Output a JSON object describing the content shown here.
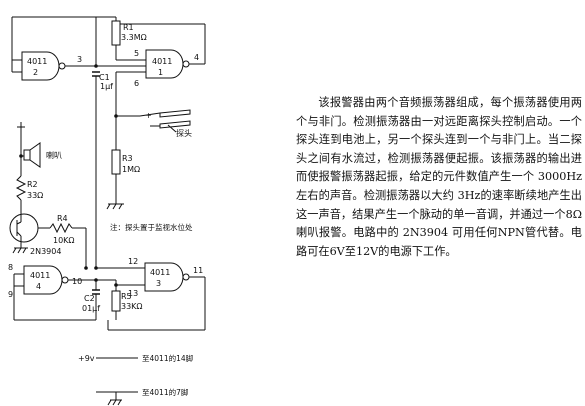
{
  "diagram": {
    "gates": [
      {
        "id": "g2",
        "ic": "4011",
        "num": "2"
      },
      {
        "id": "g1",
        "ic": "4011",
        "num": "1"
      },
      {
        "id": "g4",
        "ic": "4011",
        "num": "4"
      },
      {
        "id": "g3",
        "ic": "4011",
        "num": "3"
      }
    ],
    "pins": {
      "p3": "3",
      "p5": "5",
      "p4": "4",
      "p6": "6",
      "p8": "8",
      "p9": "9",
      "p10": "10",
      "p12": "12",
      "p13": "13",
      "p11": "11"
    },
    "components": {
      "r1": "R1",
      "r1_val": "3.3MΩ",
      "c1": "C1",
      "c1_val": "1μf",
      "r3": "R3",
      "r3_val": "1MΩ",
      "r2": "R2",
      "r2_val": "33Ω",
      "r4": "R4",
      "r4_val": "10KΩ",
      "transistor": "2N3904",
      "c2": "C2",
      "c2_val": "01μf",
      "r5": "R5",
      "r5_val": "33KΩ",
      "speaker": "喇叭",
      "probe": "探头",
      "plus": "+"
    },
    "notes": {
      "probe_note": "注：探头置于监视水位处",
      "vcc": "+9v",
      "vcc_note": "至4011的14脚",
      "gnd_note": "至4011的7脚"
    }
  },
  "description": "该报警器由两个音频振荡器组成，每个振荡器使用两个与非门。检测振荡器由一对远距离探头控制启动。一个探头连到电池上，另一个探头连到一个与非门上。当二探头之间有水流过，检测振荡器便起振。该振荡器的输出进而使报警振荡器起振，给定的元件数值产生一个 3000Hz 左右的声音。检测振荡器以大约 3Hz的速率断续地产生出这一声音，结果产生一个脉动的单一音调，并通过一个8Ω喇叭报警。电路中的 2N3904 可用任何NPN管代替。电路可在6V至12V的电源下工作。"
}
